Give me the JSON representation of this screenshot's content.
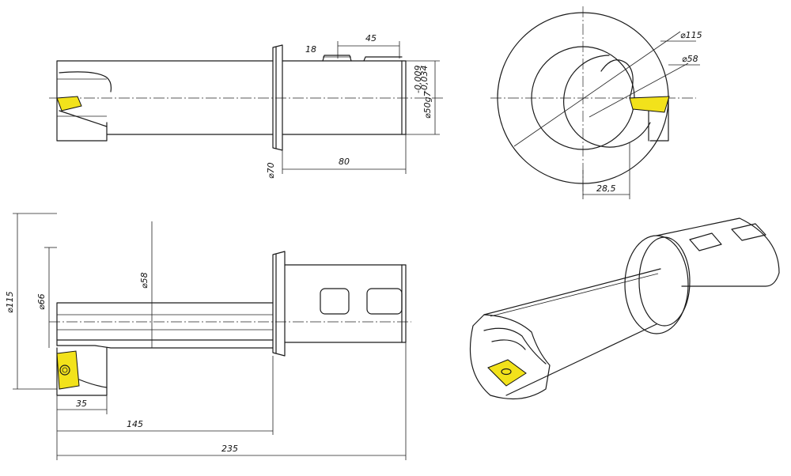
{
  "dimensions": {
    "top_view": {
      "slot_width": "18",
      "slot_position": "45",
      "shank_diameter": "⌀50g7",
      "tol_upper": "-0,009",
      "tol_lower": "-0,034",
      "flange_diameter": "⌀70",
      "shank_length": "80"
    },
    "end_view": {
      "outer_diameter": "⌀115",
      "bore_diameter": "⌀58",
      "offset": "28,5"
    },
    "side_view": {
      "max_diameter": "⌀115",
      "min_bore": "⌀66",
      "bar_diameter": "⌀58",
      "tip_length": "35",
      "bar_length": "145",
      "overall_length": "235"
    }
  },
  "colors": {
    "insert": "#f2e21b",
    "lines": "#1a1a1a"
  }
}
